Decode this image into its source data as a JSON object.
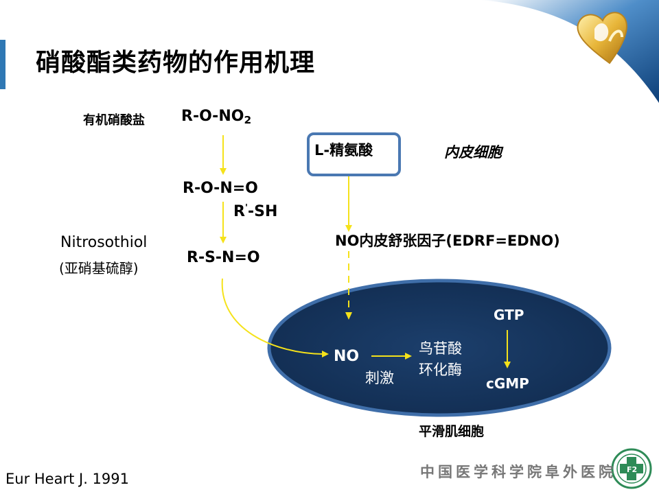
{
  "title": "硝酸酯类药物的作用机理",
  "left_column": {
    "organic_nitrate_label": "有机硝酸盐",
    "formula_rono2_main": "R-O-NO",
    "formula_rono2_sub": "2",
    "formula_rono": "R-O-N=O",
    "formula_rsh_r": "R",
    "formula_rsh_prime": "'",
    "formula_rsh_rest": "-SH",
    "formula_rsno": "R-S-N=O",
    "nitrosothiol_name": "Nitrosothiol",
    "nitrosothiol_cn": "(亚硝基硫醇)"
  },
  "right_column": {
    "l_arginine": "L-精氨酸",
    "endothelial_cell": "内皮细胞",
    "edrf": "NO内皮舒张因子(EDRF=EDNO)"
  },
  "cell": {
    "no": "NO",
    "stimulate": "刺激",
    "guanylate_cyclase_line1": "鸟苷酸",
    "guanylate_cyclase_line2": "环化酶",
    "gtp": "GTP",
    "cgmp": "cGMP",
    "smooth_muscle_cell": "平滑肌细胞"
  },
  "footer": {
    "citation": "Eur Heart J. 1991",
    "hospital_name": "中国医学科学院阜外医院"
  },
  "colors": {
    "arrow": "#f5e21a",
    "cell_fill": "#16365d",
    "cell_border": "#3f6ea9",
    "box_border": "#4a78b2",
    "accent_blue": "#2f78b4"
  },
  "icons": {
    "brand_logo": "golden-heart-logo-icon",
    "hospital_seal": "hospital-seal-icon"
  }
}
